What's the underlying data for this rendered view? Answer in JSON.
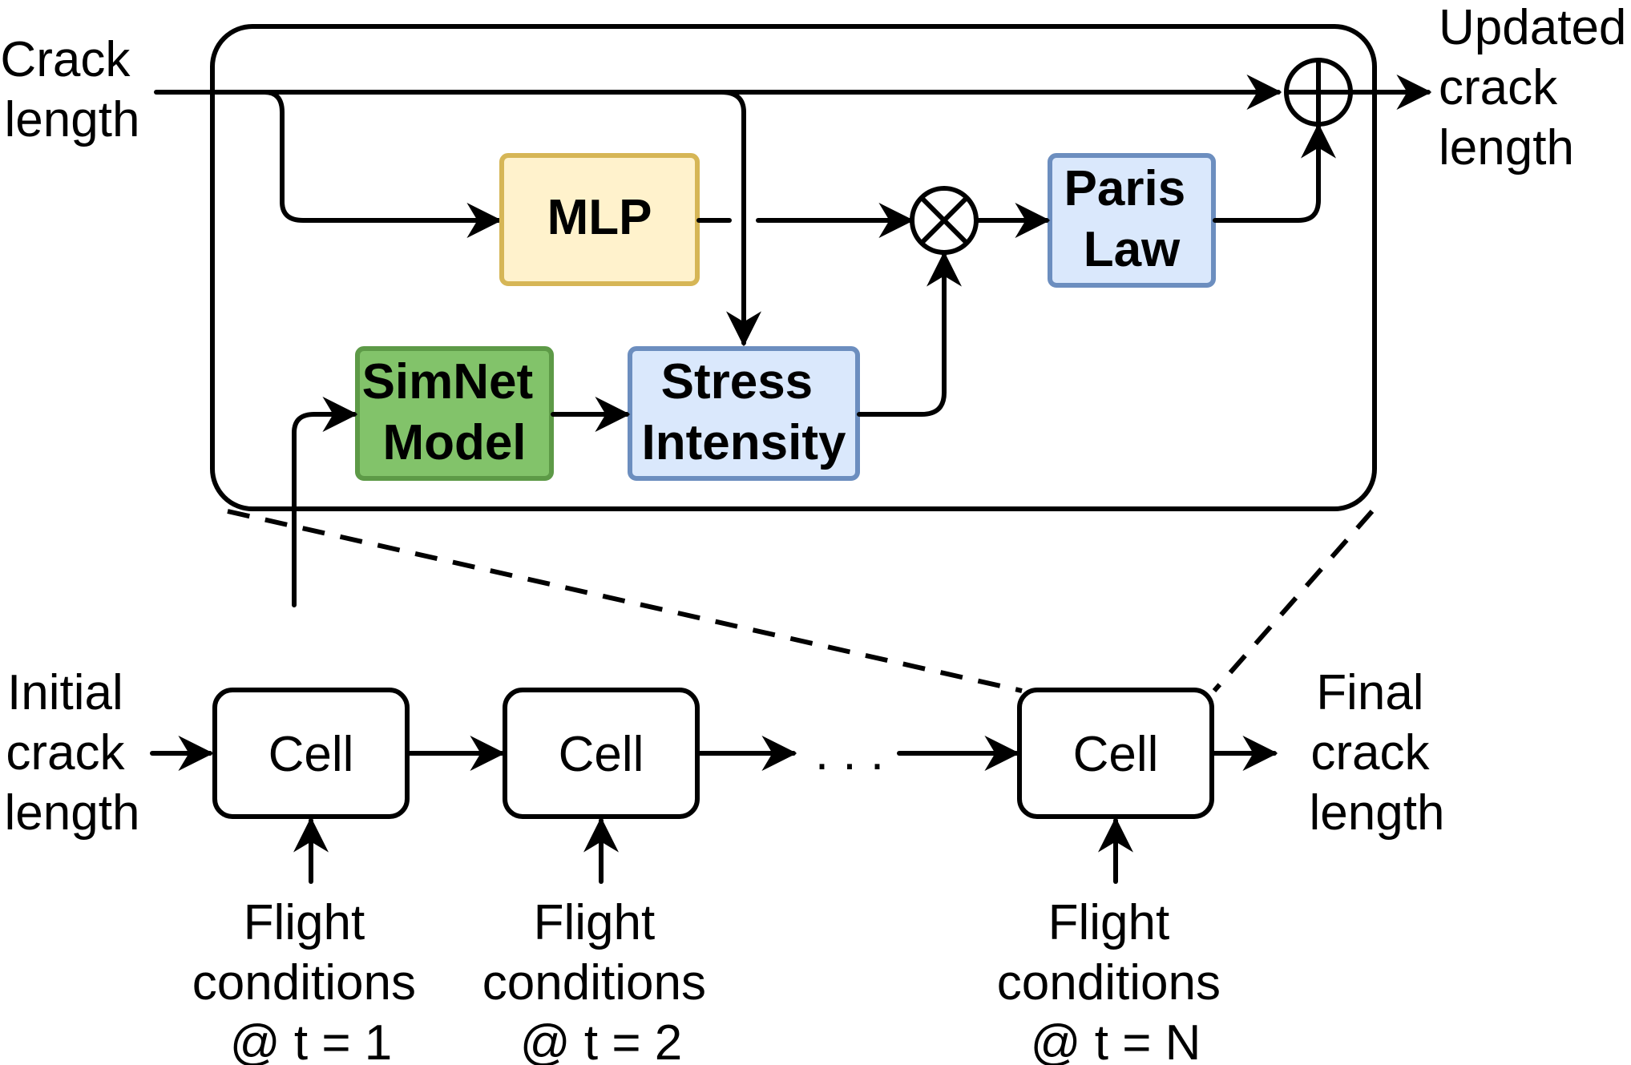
{
  "cell_block": {
    "inputs": {
      "crack_length": [
        "Crack",
        "length"
      ]
    },
    "outputs": {
      "updated_crack_length": [
        "Updated",
        "crack",
        "length"
      ]
    },
    "blocks": {
      "mlp": [
        "MLP"
      ],
      "simnet": [
        "SimNet",
        "Model"
      ],
      "stress": [
        "Stress",
        "Intensity"
      ],
      "paris": [
        "Paris",
        "Law"
      ]
    },
    "colors": {
      "mlp_fill": "#fff2cc",
      "mlp_stroke": "#d6b656",
      "simnet_fill": "#82c36a",
      "simnet_stroke": "#5d9a47",
      "stress_fill": "#dae8fc",
      "stress_stroke": "#6c8ebf",
      "paris_fill": "#dae8fc",
      "paris_stroke": "#6c8ebf"
    },
    "operators": {
      "multiply": "⊗",
      "add": "⊕"
    }
  },
  "unrolled": {
    "initial_label": [
      "Initial",
      "crack",
      "length"
    ],
    "final_label": [
      "Final",
      "crack",
      "length"
    ],
    "cells": [
      {
        "label": "Cell",
        "cond": [
          "Flight",
          "conditions",
          "@ t = 1"
        ]
      },
      {
        "label": "Cell",
        "cond": [
          "Flight",
          "conditions",
          "@ t = 2"
        ]
      },
      {
        "label": "Cell",
        "cond": [
          "Flight",
          "conditions",
          "@ t = N"
        ]
      }
    ],
    "ellipsis": ". . ."
  }
}
